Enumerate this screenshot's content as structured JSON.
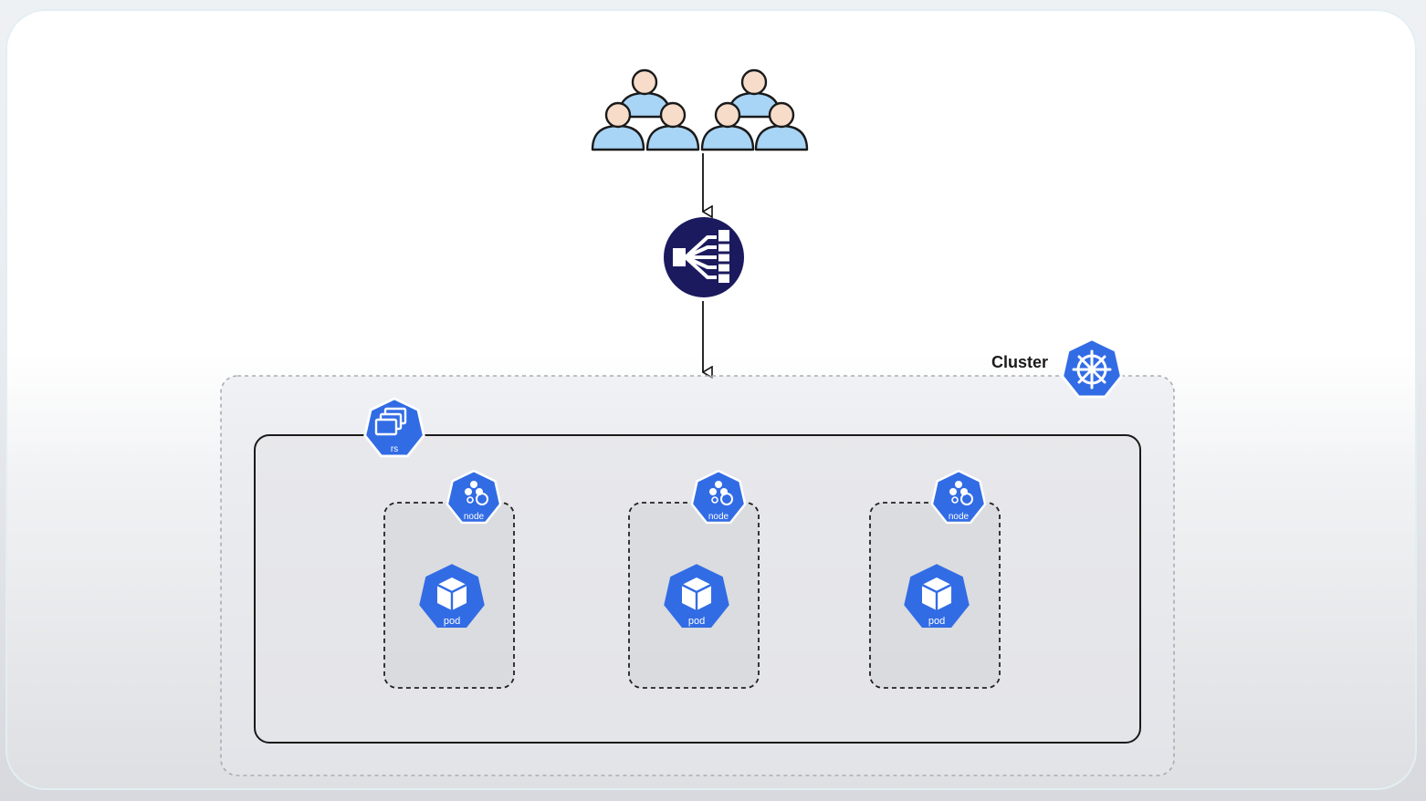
{
  "diagram": {
    "cluster_label": "Cluster",
    "replicaset_label": "rs",
    "nodes": [
      {
        "node_label": "node",
        "pod_label": "pod"
      },
      {
        "node_label": "node",
        "pod_label": "pod"
      },
      {
        "node_label": "node",
        "pod_label": "pod"
      }
    ],
    "icons": {
      "users": "users-group-icon",
      "load_balancer": "load-balancer-icon",
      "cluster": "kubernetes-helm-icon",
      "replicaset": "replicaset-icon",
      "node": "node-icon",
      "pod": "pod-cube-icon"
    },
    "colors": {
      "k8s_blue": "#326ce5",
      "load_balancer_navy": "#1c1a5e",
      "user_body": "#a8d4f5",
      "user_head": "#f6dcc9"
    }
  }
}
